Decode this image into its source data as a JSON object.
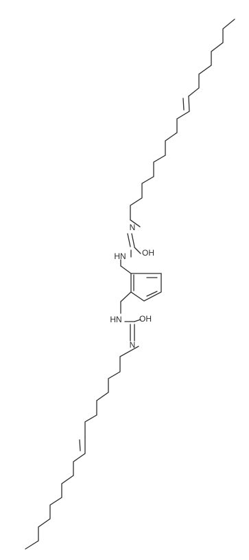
{
  "labels": {
    "top_n": "N",
    "top_nh": "HN",
    "top_oh": "OH",
    "bottom_nh": "HN",
    "bottom_oh": "OH",
    "bottom_n": "N"
  }
}
